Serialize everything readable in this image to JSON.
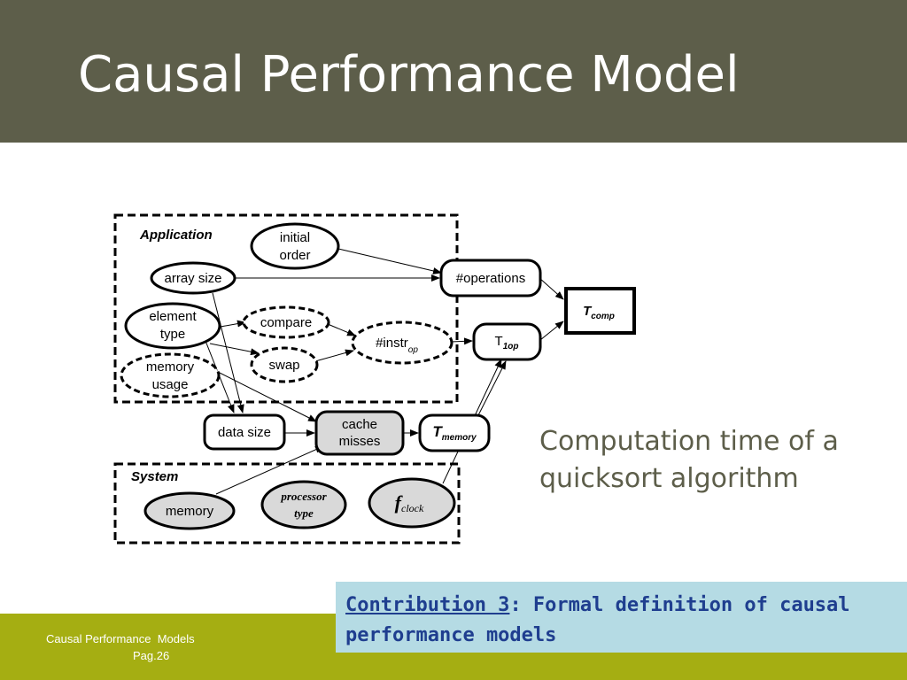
{
  "slide": {
    "title": "Causal Performance Model",
    "caption": "Computation time of a quicksort algorithm",
    "contribution": {
      "link": "Contribution 3",
      "rest": ": Formal definition of causal performance models"
    },
    "footer": {
      "title": "Causal Performance  Models",
      "page": "Pag.26"
    }
  },
  "diagram": {
    "groups": {
      "application": "Application",
      "system": "System"
    },
    "nodes": {
      "initial_order": [
        "initial",
        "order"
      ],
      "array_size": "array size",
      "element_type": [
        "element",
        "type"
      ],
      "memory_usage": [
        "memory",
        "usage"
      ],
      "compare": "compare",
      "swap": "swap",
      "instr_op": {
        "main": "#instr",
        "sub": "op"
      },
      "operations": "#operations",
      "t_comp": {
        "main": "T",
        "sub": "comp"
      },
      "t_1op": {
        "main": "T",
        "sub": "1op"
      },
      "data_size": "data size",
      "cache_misses": [
        "cache",
        "misses"
      ],
      "t_memory": {
        "main": "T",
        "sub": "memory"
      },
      "memory": "memory",
      "processor_type": [
        "processor",
        "type"
      ],
      "f_clock": {
        "main": "f",
        "sub": "clock"
      }
    }
  }
}
